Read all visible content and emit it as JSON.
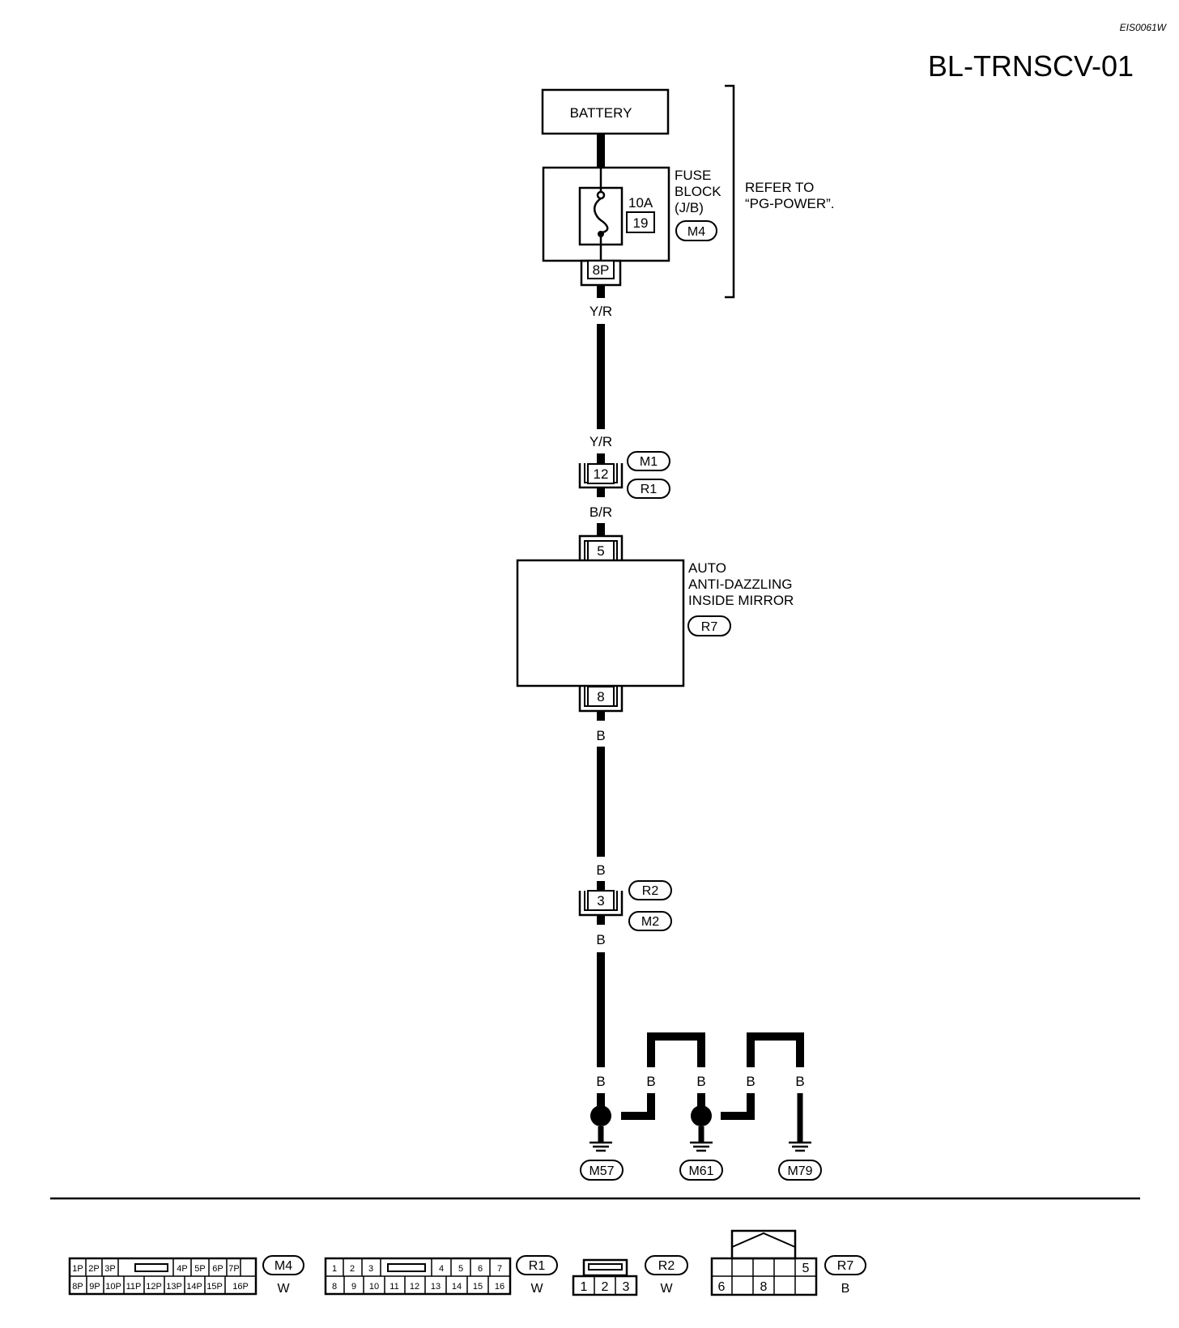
{
  "doc_code": "EIS0061W",
  "page_title": "BL-TRNSCV-01",
  "battery_label": "BATTERY",
  "fuse": {
    "amp": "10A",
    "number": "19",
    "block_label": [
      "FUSE",
      "BLOCK",
      "(J/B)"
    ],
    "connector": "M4",
    "terminal": "8P"
  },
  "refer": [
    "REFER TO",
    "“PG-POWER”."
  ],
  "wire_colors": {
    "yr": "Y/R",
    "br": "B/R",
    "b": "B"
  },
  "joint_connector_1": {
    "pin": "12",
    "upper": "M1",
    "lower": "R1"
  },
  "mirror": {
    "label": [
      "AUTO",
      "ANTI-DAZZLING",
      "INSIDE MIRROR"
    ],
    "connector": "R7",
    "pin_top": "5",
    "pin_bottom": "8"
  },
  "joint_connector_2": {
    "pin": "3",
    "upper": "R2",
    "lower": "M2"
  },
  "grounds": [
    "M57",
    "M61",
    "M79"
  ],
  "connector_views": {
    "m4": {
      "top_row": [
        "1P",
        "2P",
        "3P",
        "4P",
        "5P",
        "6P",
        "7P"
      ],
      "bottom_row": [
        "8P",
        "9P",
        "10P",
        "11P",
        "12P",
        "13P",
        "14P",
        "15P",
        "16P"
      ],
      "id": "M4",
      "color": "W"
    },
    "r1": {
      "top_row": [
        "1",
        "2",
        "3",
        "4",
        "5",
        "6",
        "7"
      ],
      "bottom_row": [
        "8",
        "9",
        "10",
        "11",
        "12",
        "13",
        "14",
        "15",
        "16"
      ],
      "id": "R1",
      "color": "W"
    },
    "r2": {
      "pins": [
        "1",
        "2",
        "3"
      ],
      "id": "R2",
      "color": "W"
    },
    "r7": {
      "pins": [
        "6",
        "8",
        "5"
      ],
      "id": "R7",
      "color": "B"
    }
  }
}
